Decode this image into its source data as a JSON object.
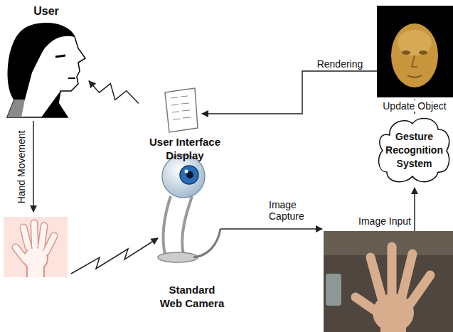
{
  "diagram": {
    "nodes": [
      {
        "text": [
          "User"
        ]
      },
      {
        "text": [
          "User Interface Display"
        ]
      },
      {
        "text": [
          "Standard Web Camera"
        ]
      },
      {
        "text": [
          "Gesture Recognition System"
        ]
      }
    ],
    "edges": [
      {
        "from": 1,
        "to": 0,
        "arrow": "to"
      }
    ],
    "labels": [
      "Rendering",
      "Update Object",
      "Hand Movement",
      "Image Capture",
      "Image Input"
    ]
  }
}
